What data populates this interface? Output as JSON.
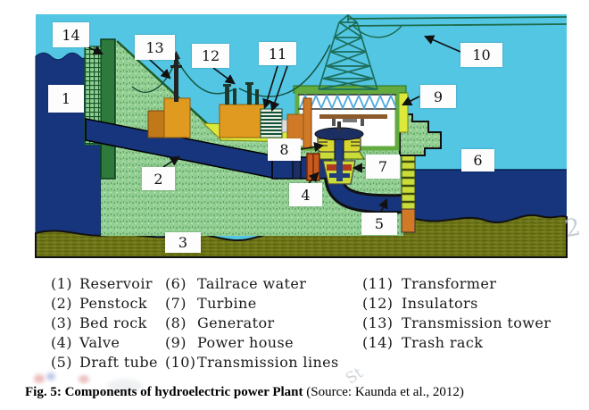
{
  "figure": {
    "caption_bold": "Fig. 5: Components of hydroelectric power Plant",
    "caption_source": " (Source: Kaunda et al., 2012)"
  },
  "diagram": {
    "labels": [
      {
        "num": "1"
      },
      {
        "num": "2"
      },
      {
        "num": "3"
      },
      {
        "num": "4"
      },
      {
        "num": "5"
      },
      {
        "num": "6"
      },
      {
        "num": "7"
      },
      {
        "num": "8"
      },
      {
        "num": "9"
      },
      {
        "num": "10"
      },
      {
        "num": "11"
      },
      {
        "num": "12"
      },
      {
        "num": "13"
      },
      {
        "num": "14"
      }
    ]
  },
  "legend": {
    "columns": [
      {
        "items": [
          {
            "num": "(1)",
            "name": "Reservoir"
          },
          {
            "num": "(2)",
            "name": "Penstock"
          },
          {
            "num": "(3)",
            "name": "Bed rock"
          },
          {
            "num": "(4)",
            "name": "Valve"
          },
          {
            "num": "(5)",
            "name": "Draft tube"
          }
        ]
      },
      {
        "items": [
          {
            "num": "(6)",
            "name": "Tailrace water"
          },
          {
            "num": "(7)",
            "name": "Turbine"
          },
          {
            "num": "(8)",
            "name": "Generator"
          },
          {
            "num": "(9)",
            "name": "Power house"
          },
          {
            "num": "(10)",
            "name": "Transmission lines"
          }
        ]
      },
      {
        "items": [
          {
            "num": "(11)",
            "name": "Transformer"
          },
          {
            "num": "(12)",
            "name": "Insulators"
          },
          {
            "num": "(13)",
            "name": "Transmission tower"
          },
          {
            "num": "(14)",
            "name": "Trash rack"
          }
        ]
      }
    ]
  },
  "watermarks": {
    "side_glyph": "2",
    "caption_glyph": "St"
  },
  "colors": {
    "sky": "#53c6e4",
    "water": "#17357c",
    "dam_green": "#93ce93",
    "ground_yellow": "#dce83c",
    "bedrock": "#6d7418",
    "building_orange": "#e09a20",
    "tower_teal": "#1d6e5c"
  }
}
